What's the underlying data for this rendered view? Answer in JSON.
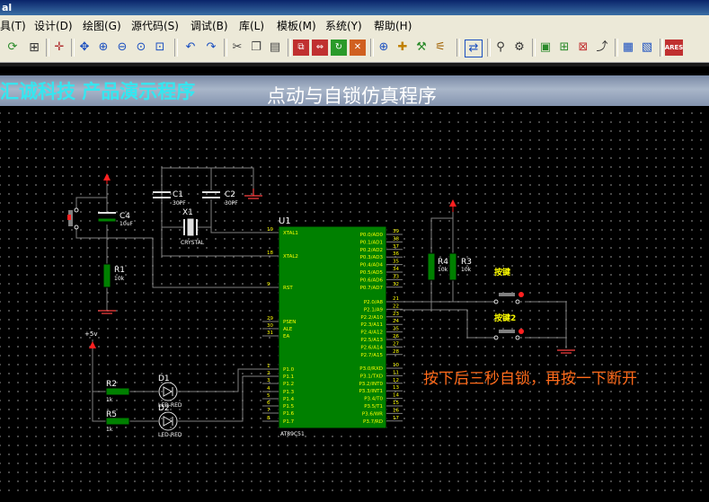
{
  "window": {
    "title_fragment": "al"
  },
  "menu": [
    "具(T)",
    "设计(D)",
    "绘图(G)",
    "源代码(S)",
    "调试(B)",
    "库(L)",
    "模板(M)",
    "系统(Y)",
    "帮助(H)"
  ],
  "toolbar": {
    "icons": [
      "refresh-icon",
      "grid-icon",
      "origin-icon",
      "pan-icon",
      "zoom-in-icon",
      "zoom-out-icon",
      "zoom-all-icon",
      "zoom-area-icon",
      "undo-icon",
      "redo-icon",
      "cut-icon",
      "copy-icon",
      "paste-icon",
      "block-copy-icon",
      "block-move-icon",
      "block-rotate-icon",
      "block-delete-icon",
      "pick-device-icon",
      "make-device-icon",
      "packaging-icon",
      "decompose-icon",
      "wire-autorouter-icon",
      "search-icon",
      "property-tool-icon",
      "new-sheet-icon",
      "add-sheet-icon",
      "remove-sheet-icon",
      "goto-sheet-icon",
      "bom-icon",
      "netlist-icon",
      "ares-icon"
    ],
    "ares_label": "ARES"
  },
  "banner": {
    "company": "汇诚科技 产品演示程序",
    "title": "点动与自锁仿真程序"
  },
  "colors": {
    "component_fill": "#008000",
    "wire": "#808080",
    "label": "#ffffff",
    "pin_number": "#ffff00",
    "power_arrow": "#ff0000",
    "ground": "#ff4040",
    "note": "#ff6a1a",
    "button_label": "#ffff00",
    "banner_text": "#35e6f0"
  },
  "schematic": {
    "u1_ref": "U1",
    "u1_part": "AT89C51",
    "left_pins": [
      {
        "num": "19",
        "name": "XTAL1"
      },
      {
        "num": "18",
        "name": "XTAL2"
      },
      {
        "num": "9",
        "name": "RST"
      },
      {
        "num": "29",
        "name": "PSEN"
      },
      {
        "num": "30",
        "name": "ALE"
      },
      {
        "num": "31",
        "name": "EA"
      },
      {
        "num": "1",
        "name": "P1.0"
      },
      {
        "num": "2",
        "name": "P1.1"
      },
      {
        "num": "3",
        "name": "P1.2"
      },
      {
        "num": "4",
        "name": "P1.3"
      },
      {
        "num": "5",
        "name": "P1.4"
      },
      {
        "num": "6",
        "name": "P1.5"
      },
      {
        "num": "7",
        "name": "P1.6"
      },
      {
        "num": "8",
        "name": "P1.7"
      }
    ],
    "right_pins": [
      {
        "num": "39",
        "name": "P0.0/AD0"
      },
      {
        "num": "38",
        "name": "P0.1/AD1"
      },
      {
        "num": "37",
        "name": "P0.2/AD2"
      },
      {
        "num": "36",
        "name": "P0.3/AD3"
      },
      {
        "num": "35",
        "name": "P0.4/AD4"
      },
      {
        "num": "34",
        "name": "P0.5/AD5"
      },
      {
        "num": "33",
        "name": "P0.6/AD6"
      },
      {
        "num": "32",
        "name": "P0.7/AD7"
      },
      {
        "num": "21",
        "name": "P2.0/A8"
      },
      {
        "num": "22",
        "name": "P2.1/A9"
      },
      {
        "num": "23",
        "name": "P2.2/A10"
      },
      {
        "num": "24",
        "name": "P2.3/A11"
      },
      {
        "num": "25",
        "name": "P2.4/A12"
      },
      {
        "num": "26",
        "name": "P2.5/A13"
      },
      {
        "num": "27",
        "name": "P2.6/A14"
      },
      {
        "num": "28",
        "name": "P2.7/A15"
      },
      {
        "num": "10",
        "name": "P3.0/RXD"
      },
      {
        "num": "11",
        "name": "P3.1/TXD"
      },
      {
        "num": "12",
        "name": "P3.2/INT0"
      },
      {
        "num": "13",
        "name": "P3.3/INT1"
      },
      {
        "num": "14",
        "name": "P3.4/T0"
      },
      {
        "num": "15",
        "name": "P3.5/T1"
      },
      {
        "num": "16",
        "name": "P3.6/WR"
      },
      {
        "num": "17",
        "name": "P3.7/RD"
      }
    ],
    "c1": {
      "ref": "C1",
      "value": "30PF"
    },
    "c2": {
      "ref": "C2",
      "value": "30PF"
    },
    "x1": {
      "ref": "X1",
      "value": "CRYSTAL"
    },
    "c4": {
      "ref": "C4",
      "value": "10uF"
    },
    "r1": {
      "ref": "R1",
      "value": "10k"
    },
    "r2": {
      "ref": "R2",
      "value": "1k"
    },
    "r5": {
      "ref": "R5",
      "value": "1k"
    },
    "r3": {
      "ref": "R3",
      "value": "10k"
    },
    "r4": {
      "ref": "R4",
      "value": "10k"
    },
    "d1": {
      "ref": "D1",
      "value": "LED-RED"
    },
    "d2": {
      "ref": "D2",
      "value": "LED-RED"
    },
    "power_label": "+5v",
    "btn1_label": "按键",
    "btn2_label": "按键2",
    "note": "按下后三秒自锁，再按一下断开"
  }
}
